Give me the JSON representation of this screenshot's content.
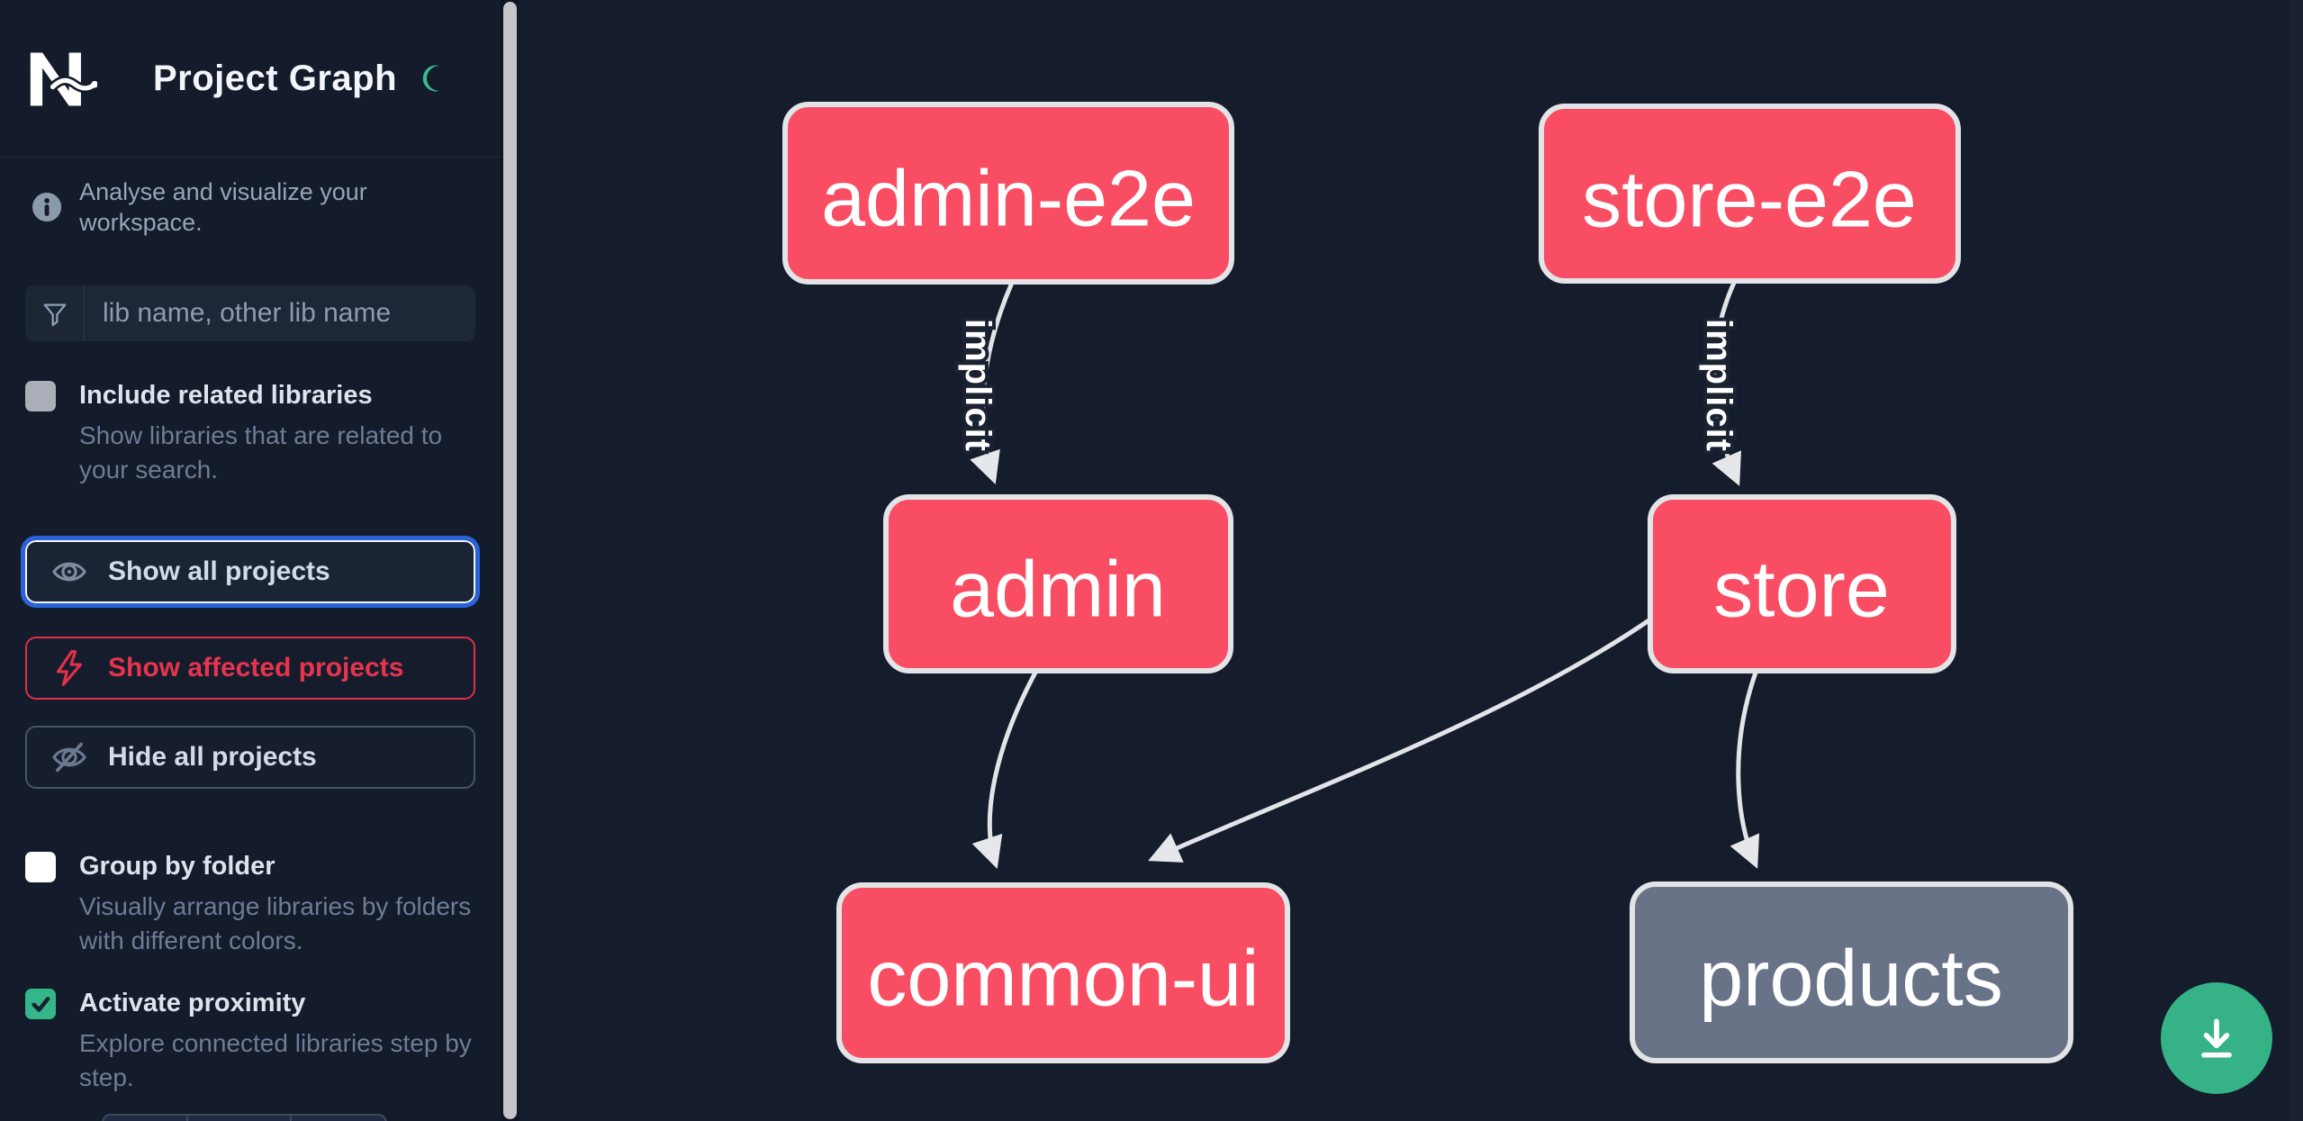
{
  "header": {
    "logo": "Nx",
    "title": "Project Graph",
    "theme_icon": "moon"
  },
  "sidebar": {
    "tagline": "Analyse and visualize your workspace.",
    "search": {
      "placeholder": "lib name, other lib name",
      "icon": "funnel"
    },
    "toggles": [
      {
        "label": "Include related libraries",
        "description": "Show libraries that are related to your search.",
        "checked": false
      },
      {
        "label": "Group by folder",
        "description": "Visually arrange libraries by folders with different colors.",
        "checked": false
      },
      {
        "label": "Activate proximity",
        "description": "Explore connected libraries step by step.",
        "checked": true
      }
    ],
    "buttons": [
      {
        "label": "Show all projects",
        "icon": "eye",
        "accent": "blue-focus"
      },
      {
        "label": "Show affected projects",
        "icon": "lightning-bolt",
        "accent": "red"
      },
      {
        "label": "Hide all projects",
        "icon": "eye-off",
        "accent": "default"
      }
    ]
  },
  "graph": {
    "nodes": [
      {
        "label": "admin-e2e",
        "color": "pink"
      },
      {
        "label": "store-e2e",
        "color": "pink"
      },
      {
        "label": "admin",
        "color": "pink"
      },
      {
        "label": "store",
        "color": "pink"
      },
      {
        "label": "common-ui",
        "color": "pink"
      },
      {
        "label": "products",
        "color": "gray"
      }
    ],
    "edges": [
      {
        "from": "admin-e2e",
        "to": "admin",
        "label": "implicit"
      },
      {
        "from": "store-e2e",
        "to": "store",
        "label": "implicit"
      },
      {
        "from": "admin",
        "to": "common-ui",
        "label": ""
      },
      {
        "from": "store",
        "to": "common-ui",
        "label": ""
      },
      {
        "from": "store",
        "to": "products",
        "label": ""
      }
    ]
  },
  "fab": {
    "icon": "download"
  },
  "colors": {
    "background": "#141b2b",
    "node_affected": "#f94d64",
    "node_default": "#697387",
    "node_border": "#e2e4e7",
    "accent_blue": "#2a63d9",
    "accent_red": "#e13148",
    "accent_green": "#35b68a",
    "scrollbar_thumb": "#c4c6ca"
  }
}
